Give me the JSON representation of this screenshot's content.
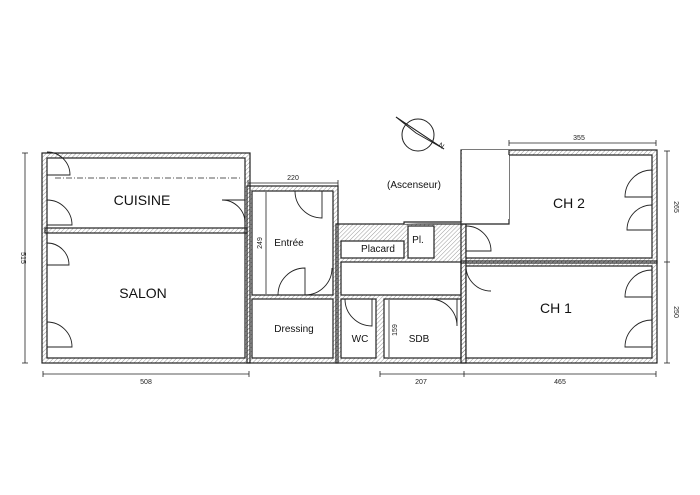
{
  "rooms": {
    "cuisine": "CUISINE",
    "salon": "SALON",
    "entree": "Entrée",
    "placard": "Placard",
    "pl": "Pl.",
    "ascenseur": "(Ascenseur)",
    "dressing": "Dressing",
    "wc": "WC",
    "sdb": "SDB",
    "ch2": "CH 2",
    "ch1": "CH 1"
  },
  "dimensions": {
    "d220": "220",
    "d249": "249",
    "d515": "515",
    "d508": "508",
    "d207": "207",
    "d465": "465",
    "d355": "355",
    "d265": "265",
    "d250": "250",
    "d159": "159"
  },
  "compass": {
    "label": "N"
  }
}
